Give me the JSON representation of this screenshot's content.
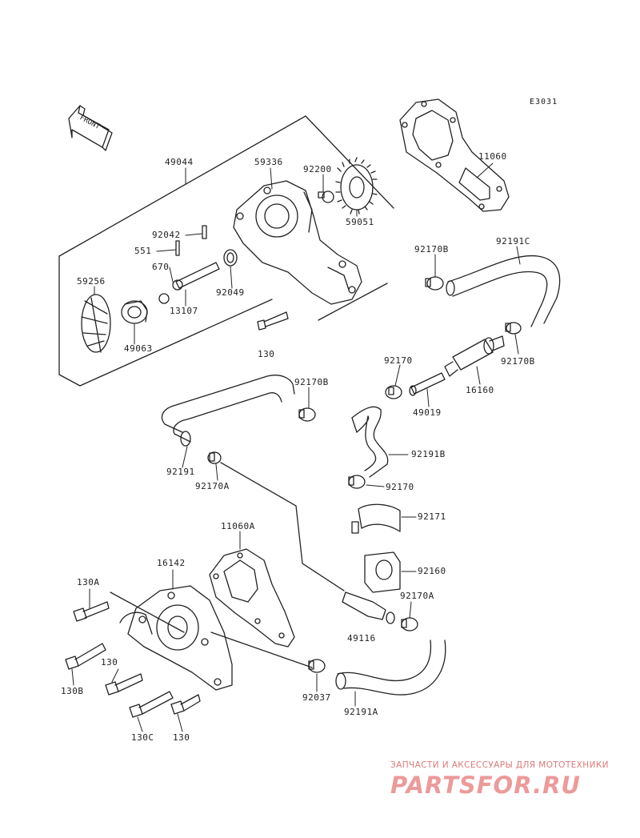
{
  "diagram_code": "E3031",
  "front_label": "FRONT",
  "watermark": {
    "subtitle": "ЗАПЧАСТИ И АКСЕССУАРЫ ДЛЯ МОТОТЕХНИКИ",
    "logo": "PARTSFOR.RU"
  },
  "callouts": {
    "c11060": "11060",
    "c49044": "49044",
    "c59336": "59336",
    "c92200": "92200",
    "c59051": "59051",
    "c92042": "92042",
    "c551": "551",
    "c670": "670",
    "c92049": "92049",
    "c59256": "59256",
    "c13107": "13107",
    "c49063": "49063",
    "c130_top": "130",
    "c92170B_top": "92170B",
    "c92191C": "92191C",
    "c92170B_right": "92170B",
    "c92170": "92170",
    "c16160": "16160",
    "c49019": "49019",
    "c92170B_mid": "92170B",
    "c92191B": "92191B",
    "c92191": "92191",
    "c92170A_left": "92170A",
    "c92170_low": "92170",
    "c92171": "92171",
    "c11060A": "11060A",
    "c16142": "16142",
    "c92160": "92160",
    "c130A": "130A",
    "c92170A_right": "92170A",
    "c49116": "49116",
    "c130_mid": "130",
    "c130B": "130B",
    "c92037": "92037",
    "c130C": "130C",
    "c130_bottom": "130",
    "c92191A": "92191A"
  }
}
